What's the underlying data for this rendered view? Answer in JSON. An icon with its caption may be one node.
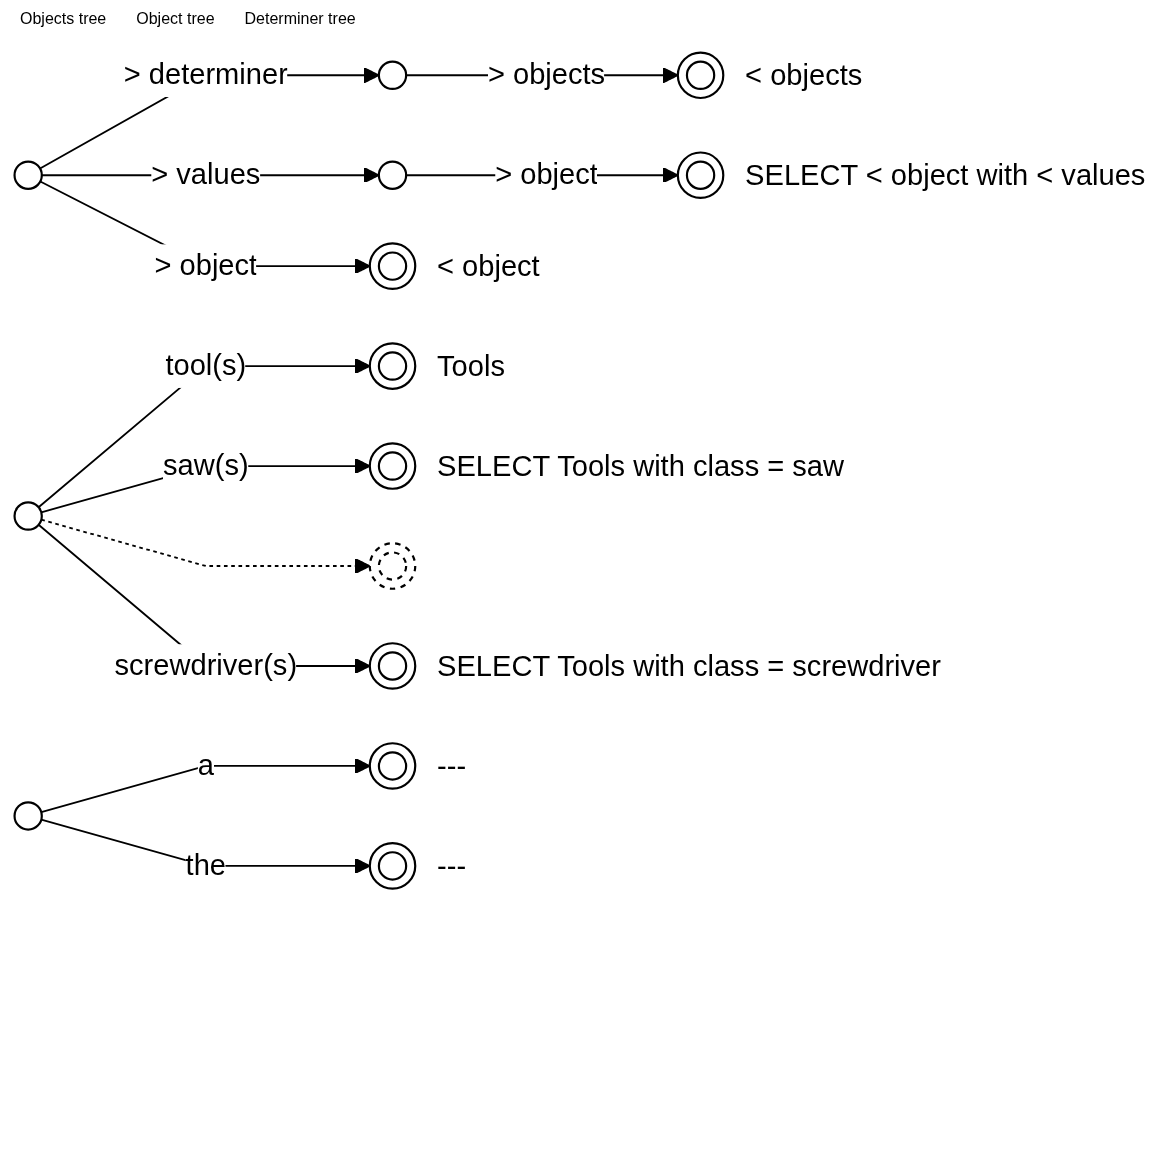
{
  "diagram": {
    "nodes": [
      {
        "text": [],
        "shape": "circle"
      },
      {
        "text": [],
        "shape": "circle"
      },
      {
        "text": [],
        "shape": "doublecircle",
        "beside": [
          "< objects"
        ]
      },
      {
        "text": [],
        "shape": "circle"
      },
      {
        "text": [],
        "shape": "doublecircle",
        "beside": [
          "SELECT < object with < values"
        ]
      },
      {
        "text": [],
        "shape": "doublecircle",
        "beside": [
          "< object"
        ]
      },
      {
        "text": [],
        "shape": "circle"
      },
      {
        "text": [],
        "shape": "doublecircle",
        "beside": [
          "Tools"
        ]
      },
      {
        "text": [],
        "shape": "doublecircle",
        "beside": [
          "SELECT Tools with class = saw"
        ]
      },
      {
        "text": [],
        "shape": "doublecircle"
      },
      {
        "text": [],
        "shape": "doublecircle",
        "beside": [
          "SELECT Tools with class = screwdriver"
        ]
      },
      {
        "text": [],
        "shape": "circle"
      },
      {
        "text": [],
        "shape": "doublecircle",
        "beside": [
          "---"
        ]
      },
      {
        "text": [],
        "shape": "doublecircle",
        "beside": [
          "---"
        ]
      }
    ],
    "edges": [
      {
        "from": 0,
        "to": 1,
        "arrow": "to",
        "label": "> determiner"
      },
      {
        "from": 1,
        "to": 2,
        "arrow": "to",
        "label": "> objects"
      },
      {
        "from": 0,
        "to": 3,
        "arrow": "to",
        "label": "> values"
      },
      {
        "from": 3,
        "to": 4,
        "arrow": "to",
        "label": "> object"
      },
      {
        "from": 0,
        "to": 5,
        "arrow": "to",
        "label": "> object"
      },
      {
        "from": 6,
        "to": 7,
        "arrow": "to",
        "label": "tool(s)"
      },
      {
        "from": 6,
        "to": 8,
        "arrow": "to",
        "label": "saw(s)"
      },
      {
        "from": 6,
        "to": 9,
        "arrow": "to",
        "style": "dashed"
      },
      {
        "from": 6,
        "to": 10,
        "arrow": "to",
        "label": "screwdriver(s)"
      },
      {
        "from": 11,
        "to": 12,
        "arrow": "to",
        "label": "a"
      },
      {
        "from": 11,
        "to": 13,
        "arrow": "to",
        "label": "the"
      }
    ],
    "labels": [
      "Objects tree",
      "Object tree",
      "Determiner tree"
    ]
  }
}
